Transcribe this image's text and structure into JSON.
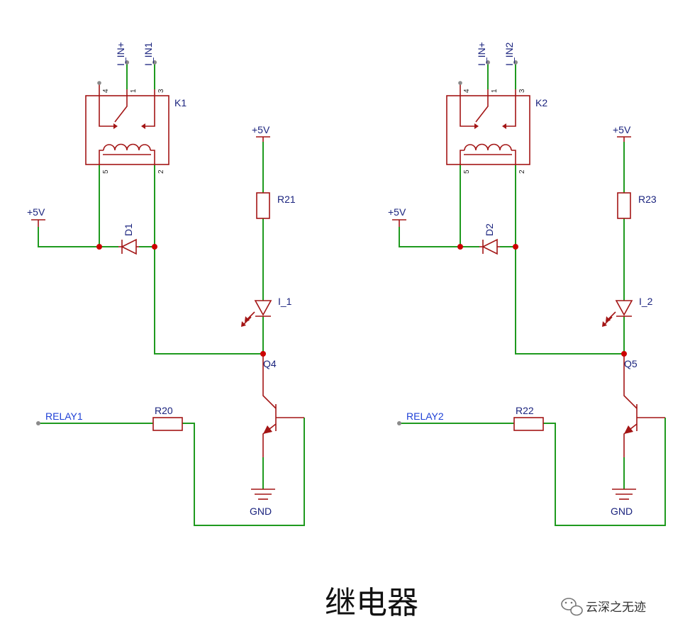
{
  "title": "继电器",
  "watermark": "云深之无迹",
  "colors": {
    "wire": "#1f9a1f",
    "component": "#a31515",
    "junction": "#cc0000",
    "label": "#1a237e",
    "net_label": "#1d3fd6"
  },
  "channels": [
    {
      "relay": "K1",
      "terminal_pos": "I_IN+",
      "terminal_neg": "I_IN1",
      "pin1": "1",
      "pin2": "2",
      "pin3": "3",
      "pin4": "4",
      "pin5": "5",
      "supply_diode": "+5V",
      "diode": "D1",
      "supply_led": "+5V",
      "resistor_led": "R21",
      "led": "I_1",
      "transistor": "Q4",
      "net": "RELAY1",
      "resistor_base": "R20",
      "ground": "GND"
    },
    {
      "relay": "K2",
      "terminal_pos": "I_IN+",
      "terminal_neg": "I_IN2",
      "pin1": "1",
      "pin2": "2",
      "pin3": "3",
      "pin4": "4",
      "pin5": "5",
      "supply_diode": "+5V",
      "diode": "D2",
      "supply_led": "+5V",
      "resistor_led": "R23",
      "led": "I_2",
      "transistor": "Q5",
      "net": "RELAY2",
      "resistor_base": "R22",
      "ground": "GND"
    }
  ]
}
